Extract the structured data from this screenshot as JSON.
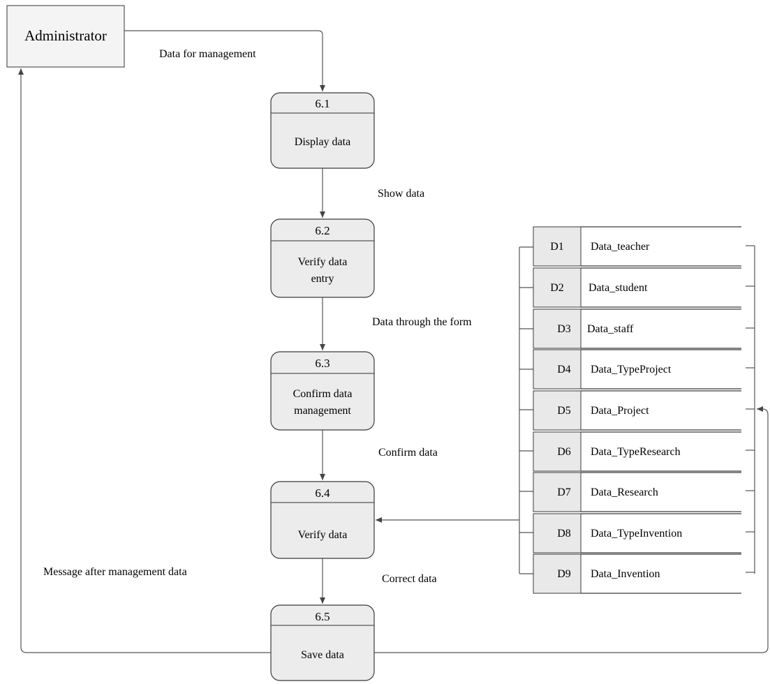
{
  "entity": {
    "label": "Administrator"
  },
  "processes": [
    {
      "id": "6.1",
      "lines": [
        "Display data"
      ]
    },
    {
      "id": "6.2",
      "lines": [
        "Verify data",
        "entry"
      ]
    },
    {
      "id": "6.3",
      "lines": [
        "Confirm data",
        "management"
      ]
    },
    {
      "id": "6.4",
      "lines": [
        "Verify data"
      ]
    },
    {
      "id": "6.5",
      "lines": [
        "Save data"
      ]
    }
  ],
  "flows": {
    "data_for_management": "Data for management",
    "show_data": "Show data",
    "data_through_form": "Data through the form",
    "confirm_data": "Confirm data",
    "correct_data": "Correct data",
    "message_after": "Message after management data"
  },
  "datastores": [
    {
      "id": "D1",
      "name": "Data_teacher"
    },
    {
      "id": "D2",
      "name": "Data_student"
    },
    {
      "id": "D3",
      "name": "Data_staff"
    },
    {
      "id": "D4",
      "name": "Data_TypeProject"
    },
    {
      "id": "D5",
      "name": "Data_Project"
    },
    {
      "id": "D6",
      "name": "Data_TypeResearch"
    },
    {
      "id": "D7",
      "name": "Data_Research"
    },
    {
      "id": "D8",
      "name": "Data_TypeInvention"
    },
    {
      "id": "D9",
      "name": "Data_Invention"
    }
  ]
}
